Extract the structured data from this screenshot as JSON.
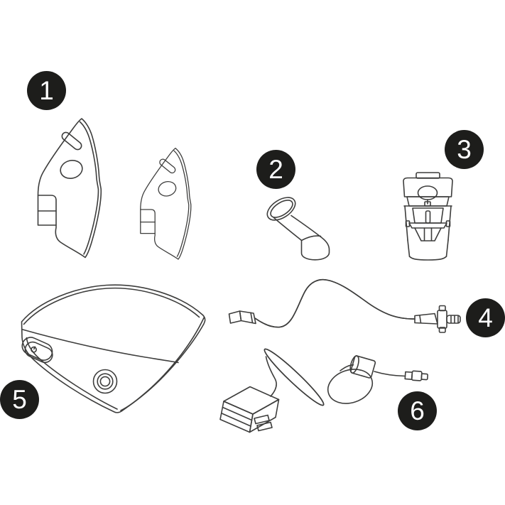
{
  "diagram": {
    "type": "nebulizer-parts-diagram",
    "background": "#ffffff"
  },
  "colors": {
    "line": "#3d3d3c",
    "badge_fill": "#1d1d1b",
    "badge_text": "#ffffff",
    "shade_fill": "#c6c6c6",
    "inner_shade_fill": "#d4d4d4"
  },
  "parts": [
    {
      "number": "1",
      "icon": "face-masks-illustration"
    },
    {
      "number": "2",
      "icon": "mouthpiece-illustration"
    },
    {
      "number": "3",
      "icon": "nebulizer-cup-illustration"
    },
    {
      "number": "4",
      "icon": "air-tube-illustration"
    },
    {
      "number": "5",
      "icon": "compressor-unit-illustration"
    },
    {
      "number": "6",
      "icon": "power-adapter-cable-illustration"
    }
  ]
}
